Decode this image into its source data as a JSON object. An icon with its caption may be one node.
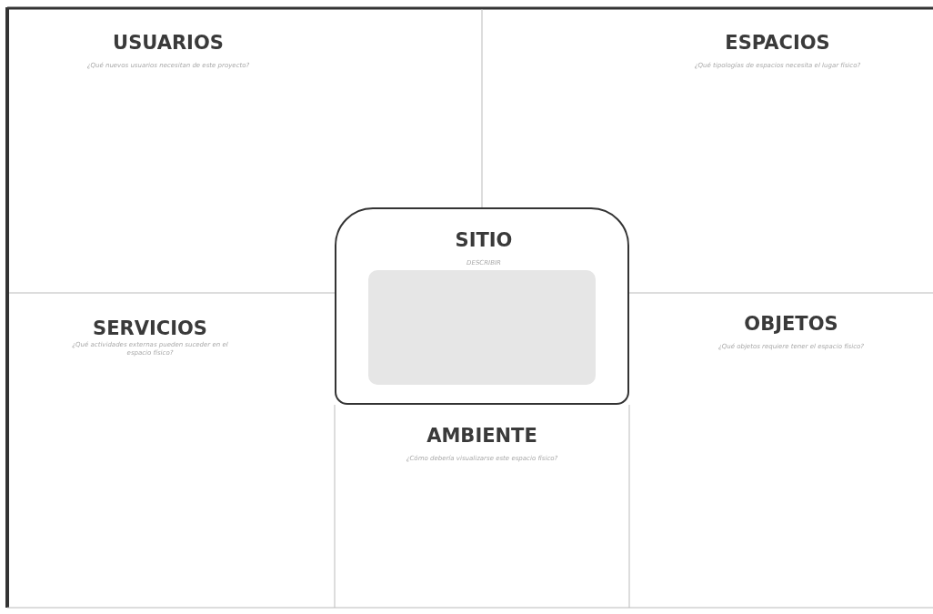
{
  "diagram": {
    "nodes": [
      {
        "text": [
          "USUARIOS",
          "¿Qué nuevos usuarios necesitan de este proyecto?"
        ]
      },
      {
        "text": [
          "ESPACIOS",
          "¿Qué tipologías de espacios necesita el lugar físico?"
        ]
      },
      {
        "text": [
          "SITIO",
          "DESCRIBIR"
        ]
      },
      {
        "text": [],
        "shape": "box",
        "in": 2
      },
      {
        "text": [
          "SERVICIOS",
          "¿Qué actividades externas pueden suceder en el espacio físico?"
        ]
      },
      {
        "text": [
          "OBJETOS",
          "¿Qué objetos requiere tener el espacio físico?"
        ]
      },
      {
        "text": [
          "AMBIENTE",
          "¿Cómo debería visualizarse este espacio físico?"
        ]
      }
    ],
    "edges": []
  }
}
